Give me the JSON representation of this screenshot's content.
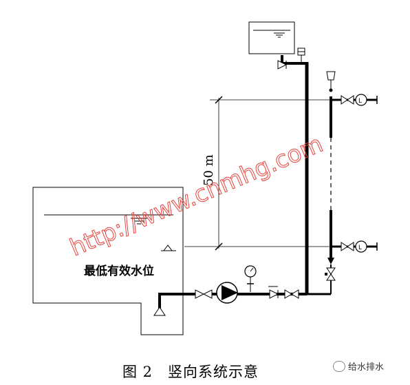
{
  "labels": {
    "height_dimension": "50 m",
    "min_water_level": "最低有效水位",
    "caption": "图 2　竖向系统示意",
    "watermark_url": "http://www.cnmhg.com",
    "badge_text": "给水排水"
  },
  "colors": {
    "pipe": "#000000",
    "watermark": "#e8403a"
  }
}
